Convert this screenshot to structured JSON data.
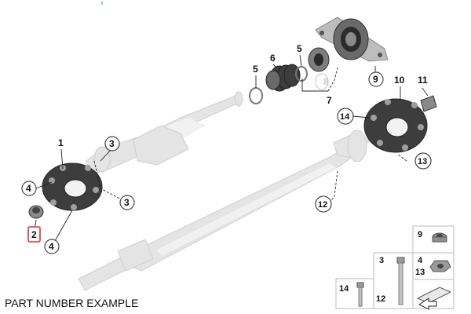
{
  "caption": "PART NUMBER EXAMPLE",
  "colors": {
    "highlight": "#e03030",
    "rubber": "#3d3d3d",
    "shaft": "#e4e4e4",
    "label": "#111111"
  },
  "callouts": {
    "c1": "1",
    "c2": "2",
    "c3a": "3",
    "c3b": "3",
    "c4a": "4",
    "c4b": "4",
    "c5a": "5",
    "c5b": "5",
    "c6": "6",
    "c7": "7",
    "c8": "8",
    "c9": "9",
    "c10": "10",
    "c11": "11",
    "c12": "12",
    "c13": "13",
    "c14": "14"
  },
  "legend": {
    "l9": "9",
    "l3": "3",
    "l4": "4",
    "l13": "13",
    "l14": "14",
    "l12": "12"
  }
}
